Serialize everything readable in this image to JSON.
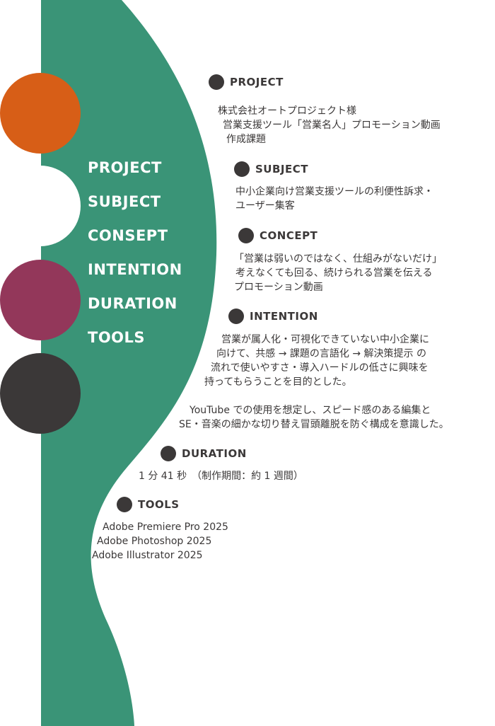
{
  "colors": {
    "green": "#3a9477",
    "orange": "#d75e17",
    "plum": "#93375a",
    "charcoal": "#3b3838",
    "white": "#ffffff"
  },
  "nav": {
    "items": [
      "PROJECT",
      "SUBJECT",
      "CONSEPT",
      "INTENTION",
      "DURATION",
      "TOOLS"
    ]
  },
  "sections": {
    "project": {
      "heading": "PROJECT",
      "lines": [
        "株式会社オートプロジェクト様",
        "営業支援ツール「営業名人」プロモーション動画",
        "作成課題"
      ]
    },
    "subject": {
      "heading": "SUBJECT",
      "lines": [
        "中小企業向け営業支援ツールの利便性訴求・",
        "ユーザー集客"
      ]
    },
    "concept": {
      "heading": "CONCEPT",
      "lines": [
        "「営業は弱いのではなく、仕組みがないだけ」",
        "考えなくても回る、続けられる営業を伝える",
        "プロモーション動画"
      ]
    },
    "intention": {
      "heading": "INTENTION",
      "lines": [
        "営業が属人化・可視化できていない中小企業に",
        "向けて、共感 → 課題の言語化 → 解決策提示 の",
        "流れで使いやすさ・導入ハードルの低さに興味を",
        "持ってもらうことを目的とした。"
      ],
      "lines2": [
        "YouTube での使用を想定し、スピード感のある編集と",
        "SE・音楽の細かな切り替え冒頭離脱を防ぐ構成を意識した。"
      ]
    },
    "duration": {
      "heading": "DURATION",
      "text": "1 分 41 秒　（制作期間：約 1 週間）"
    },
    "tools": {
      "heading": "TOOLS",
      "items": [
        "Adobe Premiere Pro 2025",
        "Adobe Photoshop 2025",
        "Adobe Illustrator 2025"
      ]
    }
  }
}
